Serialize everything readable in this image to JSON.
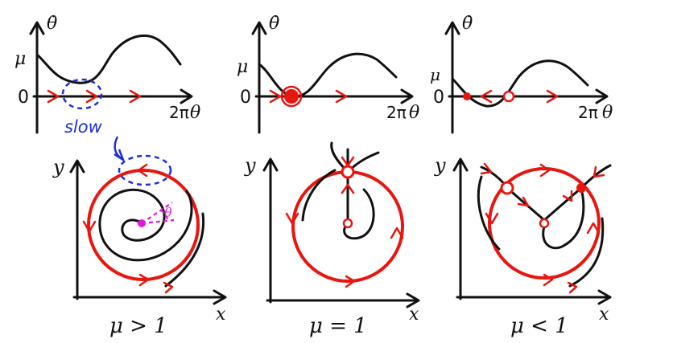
{
  "colors": {
    "ink": "#111111",
    "flow": "#e8160f",
    "annotation_blue": "#1d2fd8",
    "annotation_magenta": "#e01ad6"
  },
  "top_panels": {
    "y_axis_label": "θ̇",
    "mu_label": "μ",
    "zero_label": "0",
    "two_pi_label": "2π",
    "x_axis_label": "θ",
    "slow_label": "slow"
  },
  "bottom_panels": {
    "y_label": "y",
    "x_label": "x",
    "angle_label": "θ",
    "captions": [
      "μ > 1",
      "μ = 1",
      "μ < 1"
    ]
  }
}
